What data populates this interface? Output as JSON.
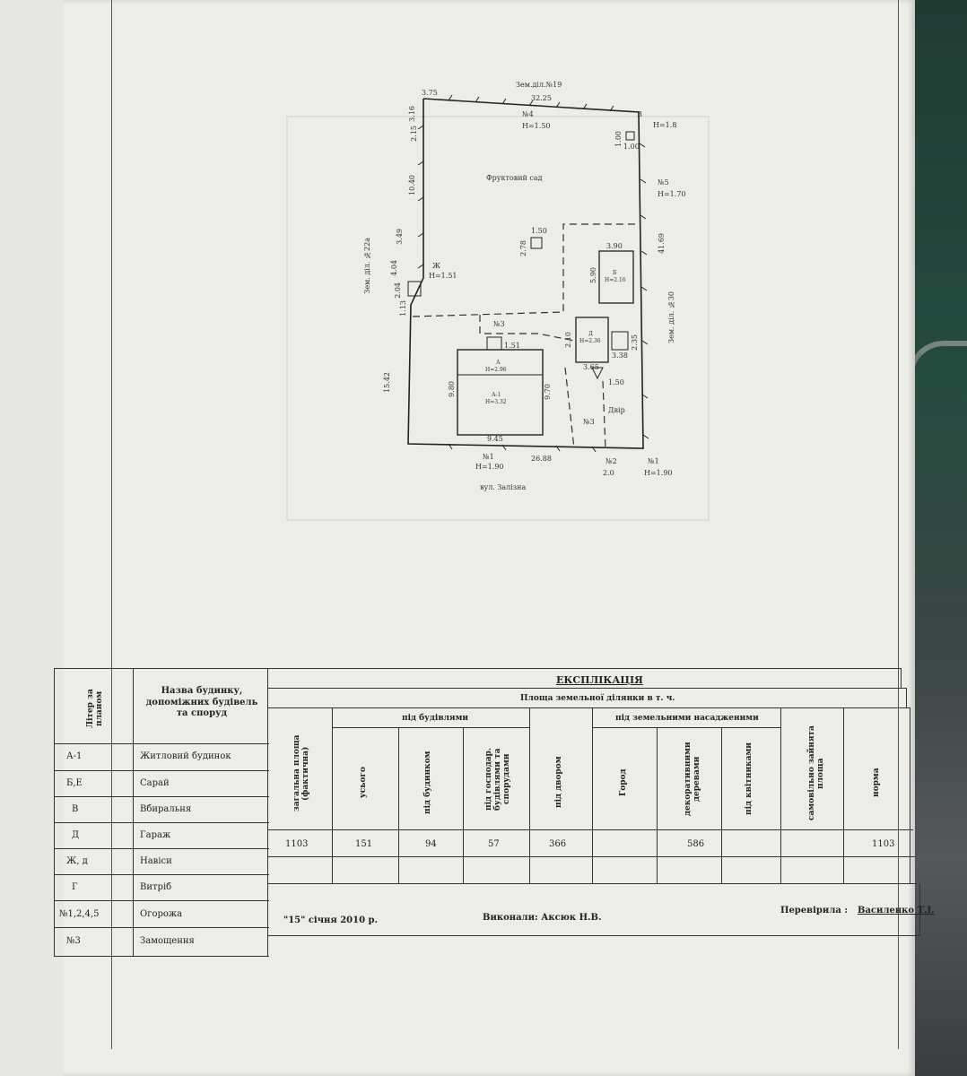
{
  "plan": {
    "north_neighbor": "Зем.діл.№19",
    "south_street": "вул. Залізна",
    "west_neighbor": "Зем. діл. №22а",
    "east_neighbor": "Зем. діл. №30",
    "orchard": "Фруктовий сад",
    "yard": "Двір",
    "dims": {
      "top_left": "3.75",
      "top_mid": "32.25",
      "left_upper": "3.16",
      "left_a": "2.15",
      "left_b": "10.40",
      "left_c": "3.49",
      "left_d": "4.04",
      "left_e": "2.04",
      "left_f": "1.13",
      "left_bottom": "15.42",
      "right_main": "41.69",
      "bottom_main": "26.88",
      "house_w": "9.45",
      "house_h_left": "9.80",
      "house_h_right": "9.70",
      "ext_small": "1.51",
      "shed_w": "3.90",
      "shed_h": "5.90",
      "small_w": "1.50",
      "small_h": "1.50",
      "g_w": "3.65",
      "g_b": "1.50",
      "g_c": "2.10",
      "g_d": "2.35",
      "g_e": "3.38",
      "post_top": "1.00",
      "post_right": "1.00",
      "dashed_b": "2.78"
    },
    "fences": {
      "f4": "№4",
      "f4h": "H=1.50",
      "f5": "№5",
      "f5h": "H=1.70",
      "f1a": "№1",
      "f1ah": "H=1.90",
      "f2": "№2",
      "f2h": "2.0",
      "f1b": "№1",
      "f1bh": "H=1.90",
      "p3a": "№3",
      "p3b": "№3",
      "post": "В",
      "posth": "H=1.8",
      "zh": "Ж",
      "zhh": "H=1.51"
    },
    "buildings": {
      "a_label": "А",
      "a_h": "H=2.96",
      "a1_label": "А-1",
      "a1_h": "H=3.32",
      "b_label": "Б",
      "b_h": "H=2.16",
      "d_label": "Д",
      "d_h": "H=2.36"
    }
  },
  "left_table": {
    "header_litera": "Літер за планом",
    "header_name": "Назва будинку, допоміжних будівель та споруд",
    "rows": [
      {
        "litera": "А-1",
        "name": "Житловий будинок"
      },
      {
        "litera": "Б,Е",
        "name": "Сарай"
      },
      {
        "litera": "В",
        "name": "Вбиральня"
      },
      {
        "litera": "Д",
        "name": "Гараж"
      },
      {
        "litera": "Ж, д",
        "name": "Навіси"
      },
      {
        "litera": "Г",
        "name": "Витріб"
      },
      {
        "litera": "№1,2,4,5",
        "name": "Огорожа"
      },
      {
        "litera": "№3",
        "name": "Замощення"
      }
    ]
  },
  "expl": {
    "title": "ЕКСПЛІКАЦІЯ",
    "subtitle": "Площа земельної ділянки в т. ч.",
    "group_buildings": "під будівлями",
    "group_plants": "під земельними насадженими",
    "columns": [
      "загальна площа (фактична)",
      "усього",
      "під будинком",
      "під господар. будівлями та спорудами",
      "під двором",
      "Город",
      "декоративними деревами",
      "під квітниками",
      "самовільно зайнята площа",
      "норма"
    ],
    "values": [
      "1103",
      "151",
      "94",
      "57",
      "366",
      "",
      "586",
      "",
      "",
      "1103"
    ]
  },
  "footer": {
    "date": "\"15\"   січня   2010 р.",
    "executed": "Виконали: Аксюк Н.В.",
    "checked_label": "Перевірила :",
    "checked_name": "Василенко Т.І."
  }
}
